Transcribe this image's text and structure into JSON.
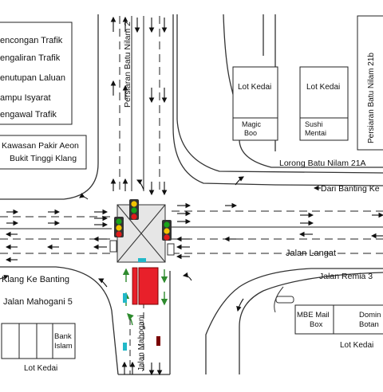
{
  "legend": {
    "items": [
      "encongan Trafik",
      "engaliran Trafik",
      "enutupan Laluan",
      "ampu Isyarat",
      "engawal Trafik"
    ],
    "area_label_1": "Kawasan Pakir Aeon",
    "area_label_2": "Bukit Tinggi Klang"
  },
  "roads": {
    "batu_nilam": "Persiaran Batu Nilam 2",
    "batu_nilam_21b": "Persiaran Batu Nilam 21b",
    "lorong_21a": "Lorong Batu Nilam 21A",
    "dari_banting": "Dari Banting Ke",
    "jalan_langat": "Jalan Langat",
    "klang_banting": "Klang Ke Banting",
    "jalan_remia": "Jalan Remia 3",
    "jalan_mahogani_5": "Jalan Mahogani 5",
    "jalan_mahogani": "Jalan Mahogani"
  },
  "buildings": {
    "lot_kedai_1": "Lot Kedai",
    "lot_kedai_2": "Lot Kedai",
    "magic_boo_1": "Magic",
    "magic_boo_2": "Boo",
    "sushi_1": "Sushi",
    "sushi_2": "Mentai",
    "bank_1": "Bank",
    "bank_2": "Islam",
    "lot_kedai_3": "Lot Kedai",
    "mbe_1": "MBE Mail",
    "mbe_2": "Box",
    "domino_1": "Domin",
    "domino_2": "Botan",
    "lot_kedai_4": "Lot Kedai"
  },
  "colors": {
    "signal_red": "#e01b1b",
    "signal_yellow": "#f2c300",
    "signal_green": "#19a319",
    "closure": "#e8202a",
    "marshal": "#22b8c8",
    "arrow_green": "#2e8b2e"
  }
}
